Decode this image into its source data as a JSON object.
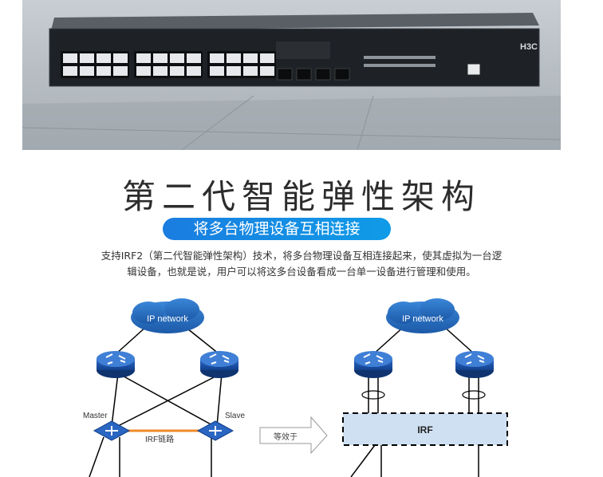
{
  "header": {
    "title": "第二代智能弹性架构",
    "subtitle": "将多台物理设备互相连接",
    "description_line1": "支持IRF2（第二代智能弹性架构）技术，将多台物理设备互相连接起来，使其虚拟为一台逻",
    "description_line2": "辑设备，也就是说，用户可以将这多台设备看成一台单一设备进行管理和使用。"
  },
  "product": {
    "brand": "H3C"
  },
  "diagram": {
    "left_cloud_label": "IP network",
    "right_cloud_label": "IP network",
    "master_label": "Master",
    "slave_label": "Slave",
    "irf_link_label": "IRF链路",
    "equivalent_label": "等效于",
    "irf_box_label": "IRF"
  },
  "colors": {
    "accent_blue": "#1a7de0",
    "cloud_blue": "#2a6fc3",
    "router_blue": "#1f55b4",
    "irf_link_orange": "#f08a2a",
    "irf_box_fill": "#cfe0f2"
  }
}
